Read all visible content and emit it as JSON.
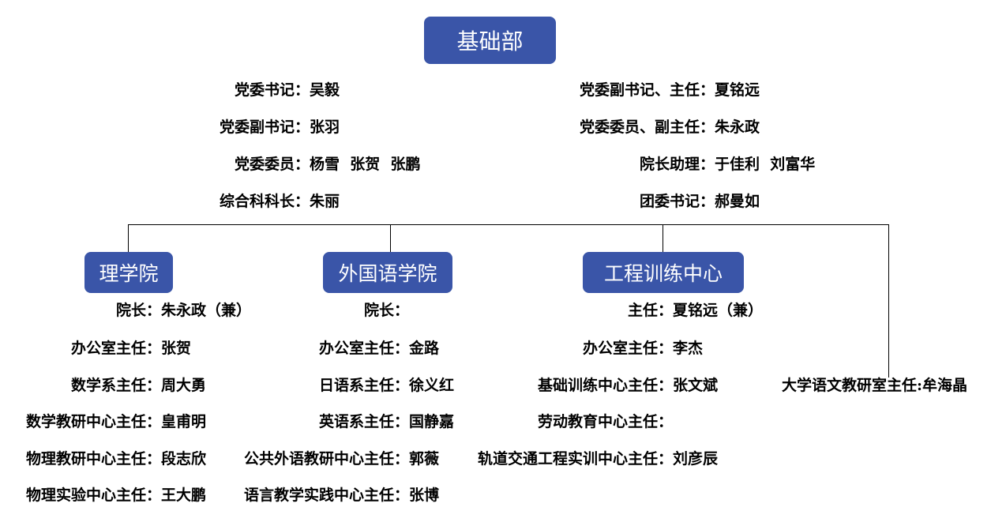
{
  "root": {
    "title": "基础部",
    "left_roles": [
      {
        "label": "党委书记：",
        "value": "吴毅"
      },
      {
        "label": "党委副书记：",
        "value": "张羽"
      },
      {
        "label": "党委委员：",
        "value": "杨雪  张贺  张鹏"
      },
      {
        "label": "综合科科长：",
        "value": "朱丽"
      }
    ],
    "right_roles": [
      {
        "label": "党委副书记、主任：",
        "value": "夏铭远"
      },
      {
        "label": "党委委员、副主任：",
        "value": "朱永政"
      },
      {
        "label": "院长助理：",
        "value": "于佳利  刘富华"
      },
      {
        "label": "团委书记：",
        "value": "郝曼如"
      }
    ]
  },
  "departments": [
    {
      "name": "理学院",
      "roles": [
        {
          "label": "院长：",
          "value": "朱永政（兼）"
        },
        {
          "label": "办公室主任：",
          "value": "张贺"
        },
        {
          "label": "数学系主任：",
          "value": "周大勇"
        },
        {
          "label": "数学教研中心主任：",
          "value": "皇甫明"
        },
        {
          "label": "物理教研中心主任：",
          "value": "段志欣"
        },
        {
          "label": "物理实验中心主任：",
          "value": "王大鹏"
        }
      ]
    },
    {
      "name": "外国语学院",
      "roles": [
        {
          "label": "院长：",
          "value": ""
        },
        {
          "label": "办公室主任：",
          "value": "金路"
        },
        {
          "label": "日语系主任：",
          "value": "徐义红"
        },
        {
          "label": "英语系主任：",
          "value": "国静嘉"
        },
        {
          "label": "公共外语教研中心主任：",
          "value": "郭薇"
        },
        {
          "label": "语言教学实践中心主任：",
          "value": "张博"
        }
      ]
    },
    {
      "name": "工程训练中心",
      "roles": [
        {
          "label": "主任：",
          "value": "夏铭远（兼）"
        },
        {
          "label": "办公室主任：",
          "value": "李杰"
        },
        {
          "label": "基础训练中心主任：",
          "value": "张文斌"
        },
        {
          "label": "劳动教育中心主任：",
          "value": ""
        },
        {
          "label": "轨道交通工程实训中心主任：",
          "value": "刘彦辰"
        }
      ]
    }
  ],
  "standalone": {
    "label": "大学语文教研室主任:",
    "value": "牟海晶"
  },
  "colors": {
    "box": "#3a55a8",
    "box_text": "#ffffff",
    "line": "#000000"
  }
}
